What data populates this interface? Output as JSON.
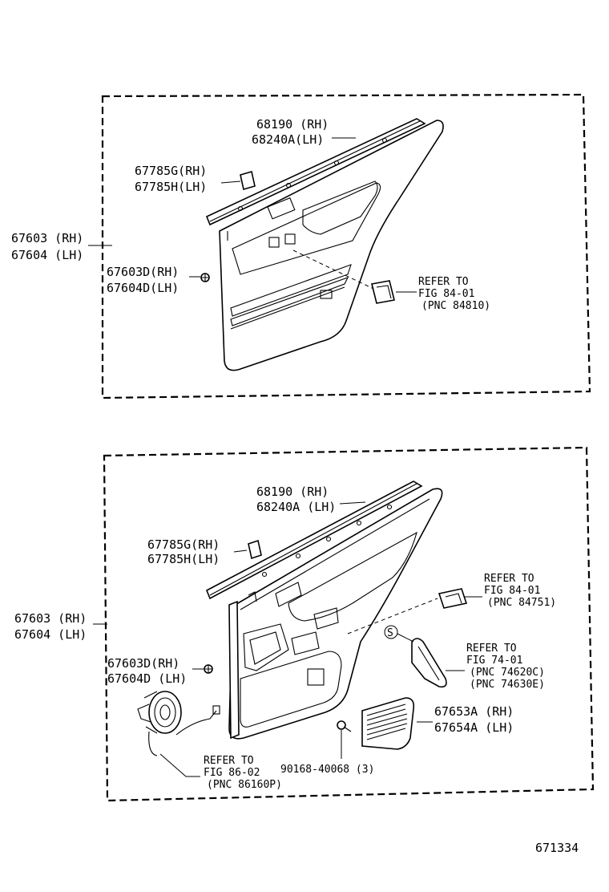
{
  "upper": {
    "weatherstrip": {
      "rh": "68190 (RH)",
      "lh": "68240A(LH)"
    },
    "clip_g": {
      "rh": "67785G(RH)",
      "lh": "67785H(LH)"
    },
    "board": {
      "rh": "67603 (RH)",
      "lh": "67604 (LH)"
    },
    "clip_d": {
      "rh": "67603D(RH)",
      "lh": "67604D(LH)"
    },
    "ref": {
      "l1": "REFER TO",
      "l2": "FIG 84-01",
      "l3": "(PNC 84810)"
    }
  },
  "lower": {
    "weatherstrip": {
      "rh": "68190  (RH)",
      "lh": "68240A (LH)"
    },
    "clip_g": {
      "rh": "67785G(RH)",
      "lh": "67785H(LH)"
    },
    "board": {
      "rh": "67603 (RH)",
      "lh": "67604 (LH)"
    },
    "clip_d": {
      "rh": "67603D(RH)",
      "lh": "67604D (LH)"
    },
    "ref_switch": {
      "l1": "REFER TO",
      "l2": "FIG 84-01",
      "l3": "(PNC 84751)"
    },
    "ref_handle": {
      "l1": "REFER TO",
      "l2": "FIG 74-01",
      "l3": "(PNC 74620C)",
      "l4": "(PNC 74630E)"
    },
    "ref_speaker": {
      "l1": "REFER TO",
      "l2": "FIG 86-02",
      "l3": "(PNC 86160P)"
    },
    "grille": {
      "rh": "67653A (RH)",
      "lh": "67654A (LH)"
    },
    "screw": "90168-40068 (3)",
    "screw_symbol": "S"
  },
  "figure_code": "671334"
}
